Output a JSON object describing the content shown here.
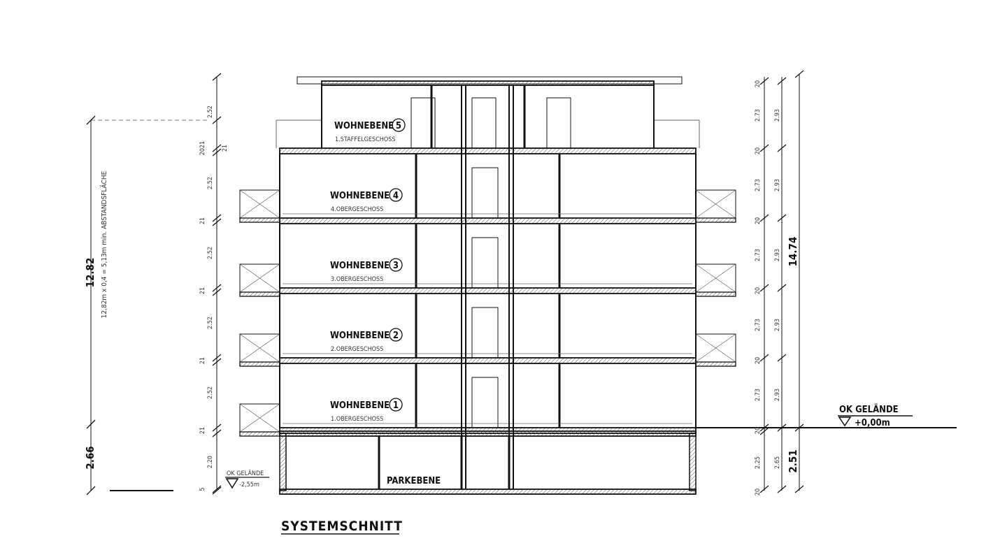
{
  "title": "SYSTEMSCHNITT",
  "levels": [
    {
      "name": "WOHNEBENE",
      "number": "5",
      "sub": "1.STAFFELGESCHOSS"
    },
    {
      "name": "WOHNEBENE",
      "number": "4",
      "sub": "4.OBERGESCHOSS"
    },
    {
      "name": "WOHNEBENE",
      "number": "3",
      "sub": "3.OBERGESCHOSS"
    },
    {
      "name": "WOHNEBENE",
      "number": "2",
      "sub": "2.OBERGESCHOSS"
    },
    {
      "name": "WOHNEBENE",
      "number": "1",
      "sub": "1.OBERGESCHOSS"
    }
  ],
  "parking": "PARKEBENE",
  "ground_right": {
    "label": "OK GELÄNDE",
    "value": "+0,00m"
  },
  "ground_left": {
    "label": "OK GELÄNDE",
    "value": "-2,55m"
  },
  "left_dims": {
    "total": "12.82",
    "lower": "2.66",
    "note": "12,82m x 0,4 = 5,13m min. ABSTANDSFLÄCHE",
    "chain": [
      "2.52",
      "2021",
      "21",
      "2.52",
      "21",
      "2.52",
      "21",
      "2.52",
      "21",
      "2.52",
      "21",
      "2.20",
      "5"
    ]
  },
  "right_dims": {
    "inner": [
      "20",
      "2.73",
      "20",
      "2.73",
      "20",
      "2.73",
      "20",
      "2.73",
      "20",
      "2.73",
      "20",
      "2.25",
      "20"
    ],
    "middle": [
      "2.93",
      "2.93",
      "2.93",
      "2.93",
      "2.93",
      "2.65"
    ],
    "total": "14.74",
    "lower": "2.51"
  }
}
